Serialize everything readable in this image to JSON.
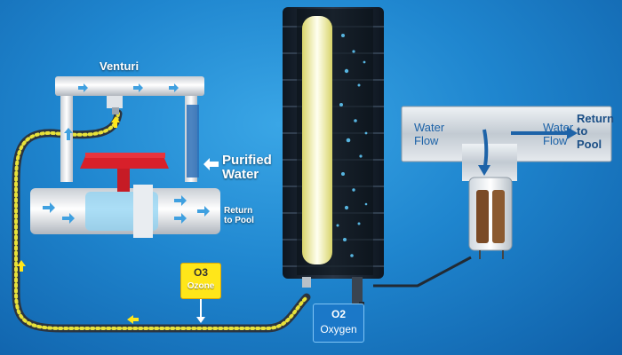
{
  "labels": {
    "venturi": "Venturi",
    "purified_line1": "Purified",
    "purified_line2": "Water",
    "return_left_line1": "Return",
    "return_left_line2": "to Pool",
    "ozone_symbol": "O3",
    "ozone_name": "Ozone",
    "oxygen_symbol": "O2",
    "oxygen_name": "Oxygen",
    "water_flow_left_line1": "Water",
    "water_flow_left_line2": "Flow",
    "water_flow_right_line1": "Water",
    "water_flow_right_line2": "Flow",
    "return_right_line1": "Return",
    "return_right_line2": "to",
    "return_right_line3": "Pool"
  },
  "colors": {
    "background": "#1f86cf",
    "pipe_white": "#f2f4f6",
    "valve_red": "#d8202a",
    "ozone_tag": "#ffe61a",
    "oxygen_tag": "#1b78c8",
    "hose_dark": "#2b3440",
    "ozone_bubbles": "#e8e23a",
    "oxygen_bubbles": "#5fc6f5",
    "generator_body": "#1c2430"
  },
  "icons": [
    "flow-arrow-icon",
    "ball-valve-icon",
    "ozone-generator-icon",
    "uv-lamp-icon",
    "tee-fitting-icon",
    "check-valve-icon"
  ]
}
